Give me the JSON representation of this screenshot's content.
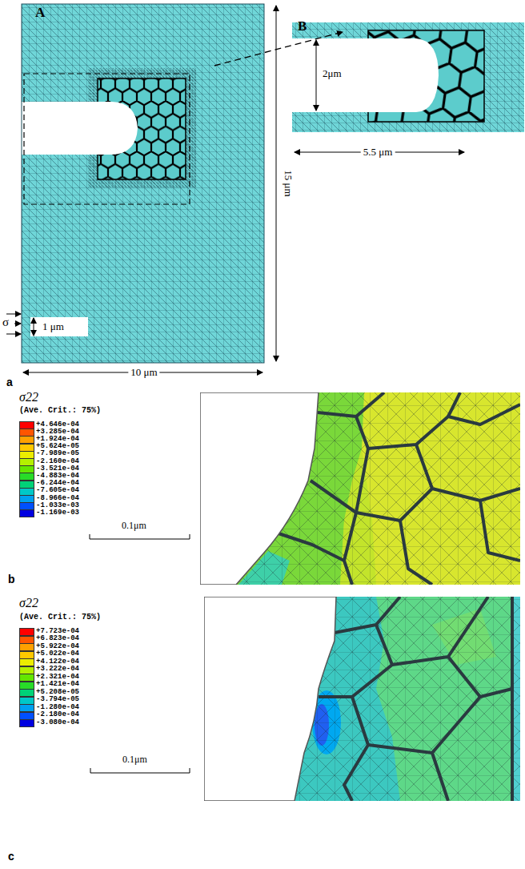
{
  "diagram": {
    "labels": [
      "A",
      "B",
      "2μm",
      "15 μm",
      "5.5 μm",
      "σ",
      "1 μm",
      "10 μm",
      "a",
      "σ22",
      "(Ave. Crit.: 75%)",
      "0.1μm",
      "b",
      "σ22",
      "(Ave. Crit.: 75%)",
      "0.1μm",
      "c"
    ],
    "legend": [
      {
        "text": "+4.646e-04",
        "color": "#ff0000"
      },
      {
        "text": "+3.285e-04",
        "color": "#ff5500"
      },
      {
        "text": "+1.924e-04",
        "color": "#ffa000"
      },
      {
        "text": "+5.624e-05",
        "color": "#ffc800"
      },
      {
        "text": "-7.989e-05",
        "color": "#ecec00"
      },
      {
        "text": "-2.160e-04",
        "color": "#b4f000"
      },
      {
        "text": "-3.521e-04",
        "color": "#64e600"
      },
      {
        "text": "-4.883e-04",
        "color": "#28dc28"
      },
      {
        "text": "-6.244e-04",
        "color": "#00d278"
      },
      {
        "text": "-7.605e-04",
        "color": "#00c8c8"
      },
      {
        "text": "-8.966e-04",
        "color": "#00a0f0"
      },
      {
        "text": "-1.033e-03",
        "color": "#0050ff"
      },
      {
        "text": "-1.169e-03",
        "color": "#0000e0"
      },
      {
        "text": "+7.723e-04",
        "color": "#ff0000"
      },
      {
        "text": "+6.823e-04",
        "color": "#ff5500"
      },
      {
        "text": "+5.922e-04",
        "color": "#ffa000"
      },
      {
        "text": "+5.022e-04",
        "color": "#ffc800"
      },
      {
        "text": "+4.122e-04",
        "color": "#ecec00"
      },
      {
        "text": "+3.222e-04",
        "color": "#b4f000"
      },
      {
        "text": "+2.321e-04",
        "color": "#64e600"
      },
      {
        "text": "+1.421e-04",
        "color": "#28dc28"
      },
      {
        "text": "+5.208e-05",
        "color": "#00d278"
      },
      {
        "text": "-3.794e-05",
        "color": "#00c8c8"
      },
      {
        "text": "-1.280e-04",
        "color": "#00a0f0"
      },
      {
        "text": "-2.180e-04",
        "color": "#0050ff"
      },
      {
        "text": "-3.080e-04",
        "color": "#0000e0"
      }
    ]
  }
}
